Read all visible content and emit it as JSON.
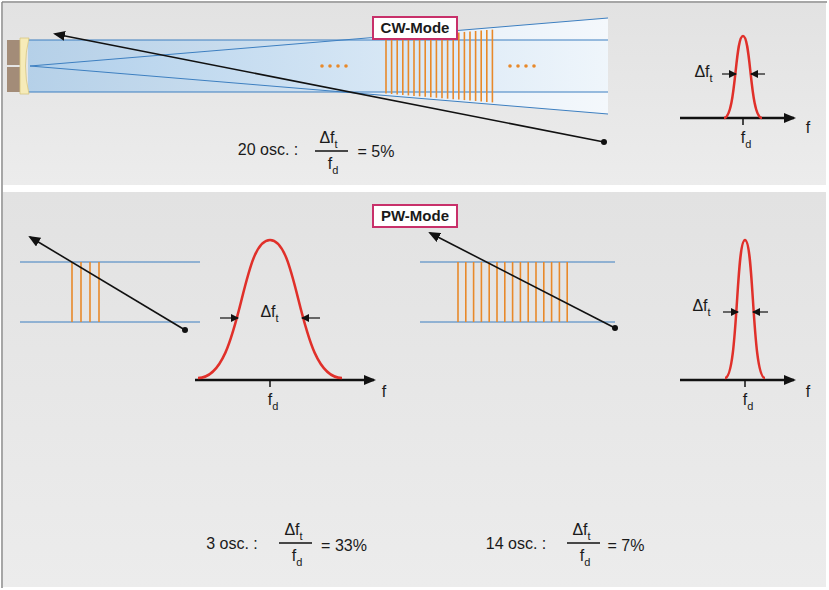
{
  "diagram": {
    "nodes": [
      {
        "text": [
          "CW-Mode"
        ]
      },
      {
        "text": [
          "PW-Mode"
        ]
      }
    ],
    "labels": [
      "Δf",
      "t",
      "f",
      "d",
      "f",
      "20 osc. :",
      "Δf",
      "t",
      "f",
      "d",
      "= 5%",
      "Δf",
      "t",
      "f",
      "d",
      "f",
      "3 osc. :",
      "Δf",
      "t",
      "f",
      "d",
      "= 33%",
      "Δf",
      "t",
      "f",
      "d",
      "f",
      "14 osc. :",
      "Δf",
      "t",
      "f",
      "d",
      "= 7%"
    ]
  }
}
